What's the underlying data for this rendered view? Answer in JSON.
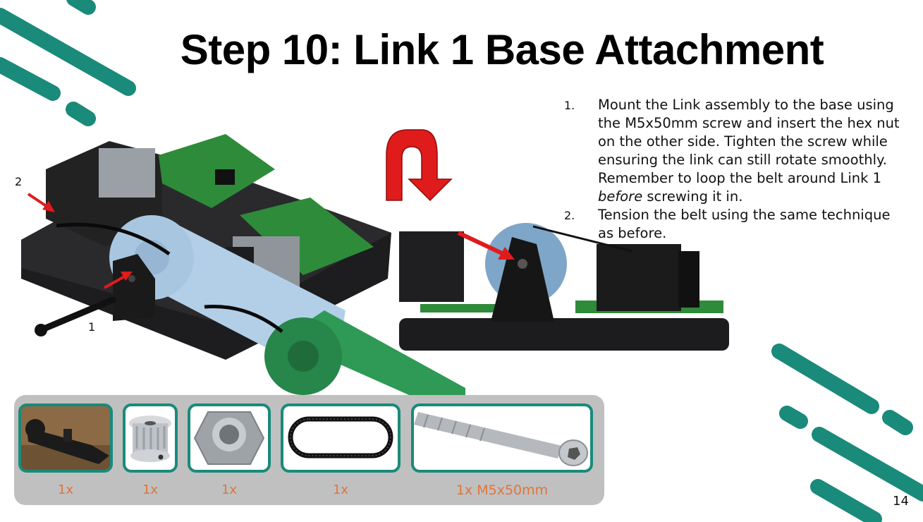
{
  "slide": {
    "title": "Step 10: Link 1 Base Attachment",
    "page_number": "14"
  },
  "instructions": [
    {
      "num": "1.",
      "text_a": "Mount the Link assembly to the base using the M5x50mm screw and insert the hex nut on the other side. Tighten the screw while ensuring the link can still rotate smoothly. Remember to loop the belt around Link 1 ",
      "emphasis": "before",
      "text_b": " screwing it in."
    },
    {
      "num": "2.",
      "text_a": "Tension the belt using the same technique as before.",
      "emphasis": "",
      "text_b": ""
    }
  ],
  "callouts": {
    "left_top": "2",
    "left_bottom": "1"
  },
  "parts": [
    {
      "icon": "link-1-part-photo",
      "qty": "1x"
    },
    {
      "icon": "pulley-icon",
      "qty": "1x"
    },
    {
      "icon": "hex-nut-icon",
      "qty": "1x"
    },
    {
      "icon": "timing-belt-icon",
      "qty": "1x"
    },
    {
      "icon": "m5-screw-icon",
      "qty": "1x M5x50mm"
    }
  ],
  "colors": {
    "accent_teal": "#1a8a7a",
    "quantity_orange": "#e2733a",
    "arrow_red": "#e01b1b",
    "link_blue": "#b3cfe8",
    "pcb_green": "#2e8b3a"
  }
}
